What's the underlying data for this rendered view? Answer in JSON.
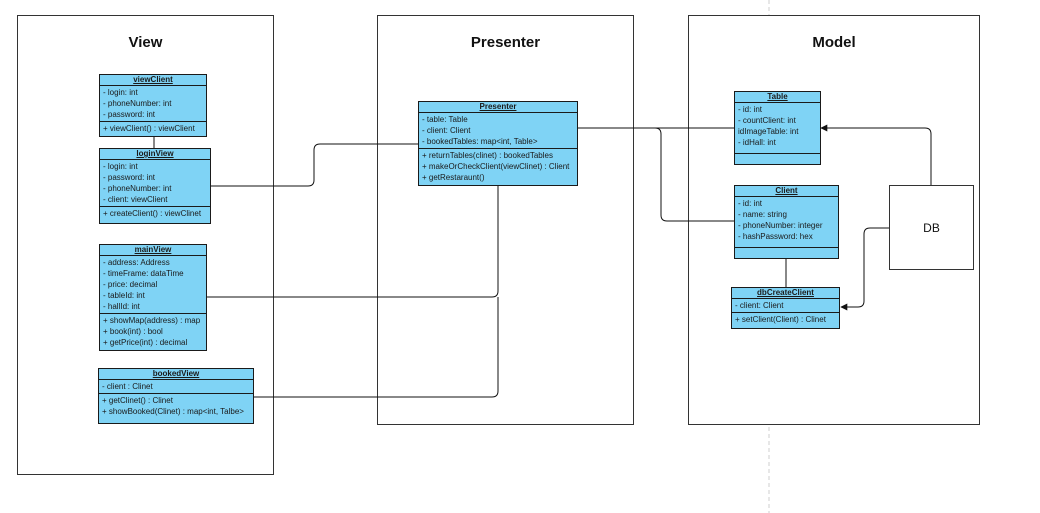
{
  "packages": {
    "view": "View",
    "presenter": "Presenter",
    "model": "Model"
  },
  "classes": {
    "viewClient": {
      "name": "viewClient",
      "attributes": [
        "- login: int",
        "- phoneNumber: int",
        "- password: int"
      ],
      "methods": [
        "+ viewClient() : viewClient"
      ]
    },
    "loginView": {
      "name": "loginView",
      "attributes": [
        "- login: int",
        "- password: int",
        "- phoneNumber: int",
        "- client: viewClient"
      ],
      "methods": [
        "+ createClient() : viewClinet"
      ]
    },
    "mainView": {
      "name": "mainView",
      "attributes": [
        "- address: Address",
        "- timeFrame: dataTime",
        "- price: decimal",
        "- tableId: int",
        "- hallId: int"
      ],
      "methods": [
        "+ showMap(address) : map",
        "+ book(int) : bool",
        "+ getPrice(int) : decimal"
      ]
    },
    "bookedView": {
      "name": "bookedView",
      "attributes": [
        "- client : Clinet"
      ],
      "methods": [
        "+ getClinet() : Clinet",
        "+ showBooked(Clinet) : map<int, Talbe>"
      ]
    },
    "presenter": {
      "name": "Presenter",
      "attributes": [
        "- table: Table",
        "- client: Client",
        "- bookedTables: map<int, Table>"
      ],
      "methods": [
        "+ returnTables(clinet) : bookedTables",
        "+ makeOrCheckClient(viewClinet) : Client",
        "+ getRestaraunt()"
      ]
    },
    "table": {
      "name": "Table",
      "attributes": [
        "- id: int",
        "- countClient: int",
        "idImageTable: int",
        "- idHall: int"
      ],
      "methods": []
    },
    "client": {
      "name": "Client",
      "attributes": [
        "- id: int",
        "- name: string",
        "- phoneNumber: integer",
        "- hashPassword: hex"
      ],
      "methods": []
    },
    "dbCreateClient": {
      "name": "dbCreateClient",
      "attributes": [
        "- client: Client"
      ],
      "methods": [
        "+ setClient(Client) : Clinet"
      ]
    }
  },
  "db": {
    "label": "DB"
  }
}
